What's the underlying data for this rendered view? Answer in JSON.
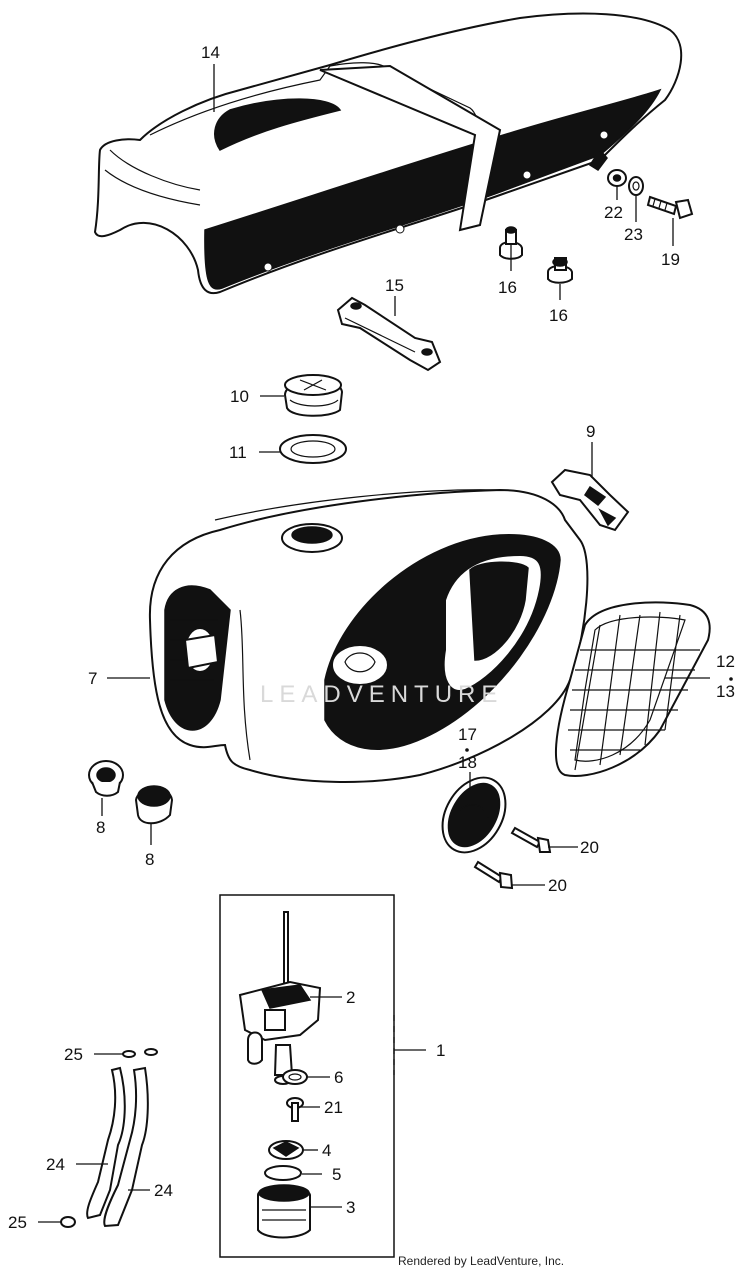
{
  "callouts": {
    "c1": "1",
    "c2": "2",
    "c3": "3",
    "c4": "4",
    "c5": "5",
    "c6": "6",
    "c7": "7",
    "c8a": "8",
    "c8b": "8",
    "c9": "9",
    "c10": "10",
    "c11": "11",
    "c12": "12",
    "c13": "13",
    "c14": "14",
    "c15": "15",
    "c16a": "16",
    "c16b": "16",
    "c17": "17",
    "c18": "18",
    "c19": "19",
    "c20a": "20",
    "c20b": "20",
    "c21": "21",
    "c22": "22",
    "c23": "23",
    "c24a": "24",
    "c24b": "24",
    "c25a": "25",
    "c25b": "25"
  },
  "watermark": "LEADVENTURE",
  "footer": "Rendered by LeadVenture, Inc."
}
